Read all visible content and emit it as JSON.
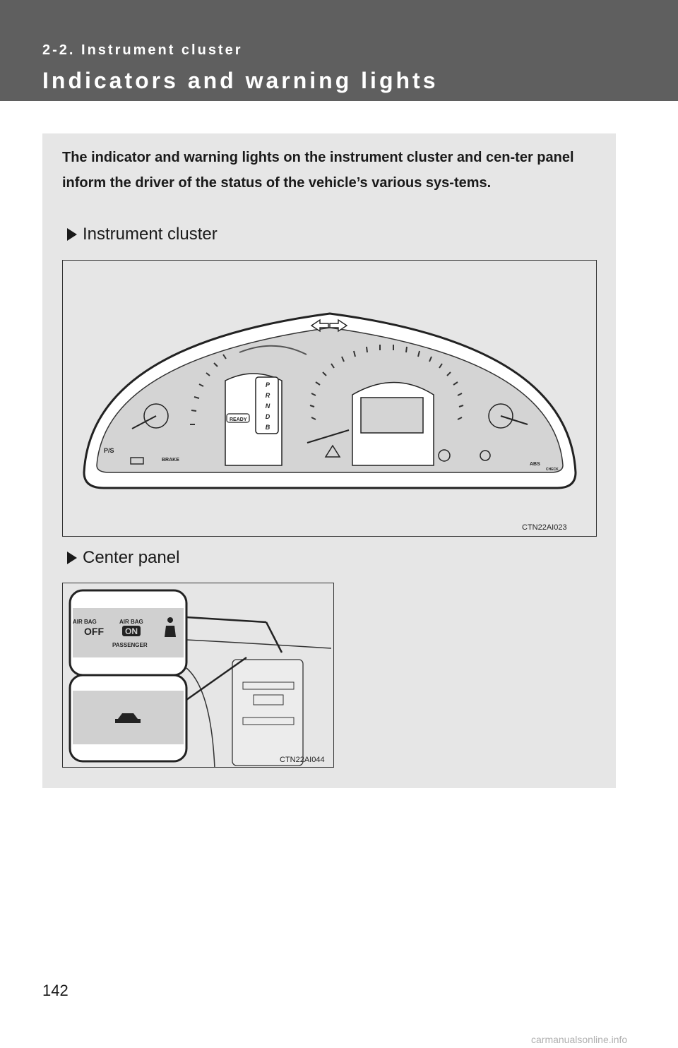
{
  "header": {
    "section": "2-2. Instrument cluster",
    "title": "Indicators and warning lights"
  },
  "intro": "The indicator and warning lights on the instrument cluster and cen-ter panel inform the driver of the status of the vehicle’s various sys-tems.",
  "figures": {
    "cluster": {
      "heading": "Instrument cluster",
      "code": "CTN22AI023",
      "labels": {
        "ps": "P/S",
        "brake": "BRAKE",
        "abs": "ABS",
        "check": "CHECK",
        "ready": "READY",
        "gears": [
          "P",
          "R",
          "N",
          "D",
          "B"
        ]
      }
    },
    "center": {
      "heading": "Center panel",
      "code": "CTN22AI044",
      "labels": {
        "airbag_left": "AIR BAG",
        "off": "OFF",
        "airbag_right": "AIR BAG",
        "on": "ON",
        "passenger": "PASSENGER"
      }
    }
  },
  "footer": {
    "page_number": "142",
    "watermark": "carmanualsonline.info"
  }
}
